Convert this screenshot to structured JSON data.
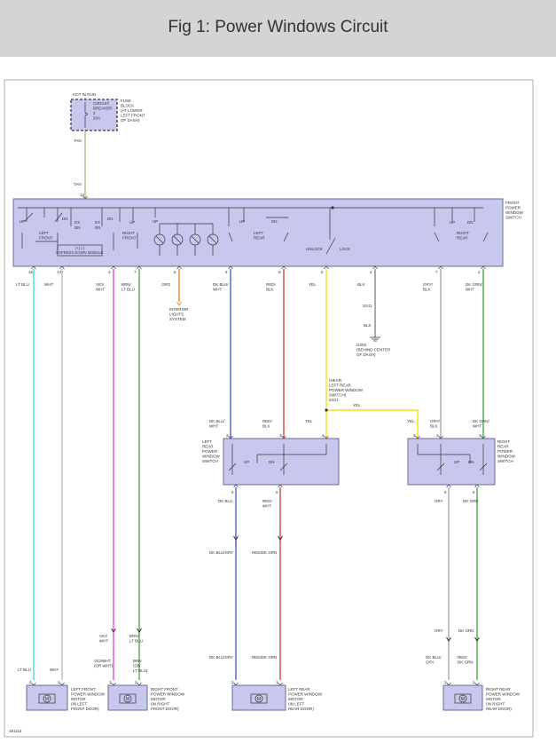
{
  "title": "Fig 1: Power Windows Circuit",
  "diagram_id": "181113",
  "colors": {
    "module_fill": "#c8c8ee",
    "module_stroke": "#6a6a9a",
    "wire_tan": "#b7b37a",
    "wire_lt_blu": "#48d8d8",
    "wire_wht": "#b8b8b8",
    "wire_vio_wht": "#e050e0",
    "wire_brn_lt_blu": "#55a855",
    "wire_org": "#f08a20",
    "wire_dk_blu_wht": "#4a5ed0",
    "wire_red_blk": "#d84848",
    "wire_yel": "#f0e020",
    "wire_blk": "#555555",
    "wire_gry_blk": "#a8a8a8",
    "wire_dk_grn_wht": "#48a848",
    "wire_dk_blu": "#4a5ed0",
    "wire_red_wht": "#d84848",
    "wire_gry": "#a8a8a8",
    "wire_dk_grn": "#48a848"
  },
  "fuse": {
    "hot_label": "HOT IN RUN",
    "breaker_label": [
      "CIRCUIT",
      "BREAKER",
      "2",
      "20A"
    ],
    "location": [
      "FUSE",
      "BLOCK",
      "(AT LOWER",
      "LEFT FRONT",
      "OF DASH)"
    ],
    "wire_top": "TAN",
    "wire_bottom": "TAN"
  },
  "front_switch": {
    "label": [
      "FRONT",
      "POWER",
      "WINDOW",
      "SWITCH"
    ],
    "pin_top": "12",
    "left_front": [
      "LEFT",
      "FRONT"
    ],
    "right_front": [
      "RIGHT",
      "FRONT"
    ],
    "left_rear": [
      "LEFT",
      "REAR"
    ],
    "right_rear": [
      "RIGHT",
      "REAR"
    ],
    "up": "UP",
    "dn": "DN",
    "ex": "EX",
    "unlock": "UNLOCK",
    "lock": "LOCK",
    "module_label": [
      "(+) (-)",
      "EXPRESS DOWN MODULE"
    ],
    "pins": [
      "16",
      "13",
      "3",
      "7",
      "6",
      "8",
      "9",
      "5",
      "4",
      "7",
      "2"
    ],
    "wires": [
      "LT BLU",
      "WHT",
      "VIO/\nWHT",
      "BRN/\nLT BLU",
      "ORG",
      "DK BLU/\nWHT",
      "RED/\nBLK",
      "YEL",
      "BLK",
      "GRY/\nBLK",
      "DK GRN/\nWHT"
    ]
  },
  "interior_lights": [
    "INTERIOR",
    "LIGHTS",
    "SYSTEM"
  ],
  "ground": {
    "splice": "S241",
    "wire": "BLK",
    "label": [
      "G203",
      "(BEHIND CENTER",
      "OF DASH)"
    ]
  },
  "yel_splice": {
    "label": [
      "(NEAR",
      "LEFT REAR",
      "POWER WINDOW",
      "SWITCH)",
      "S321"
    ],
    "wire": "YEL"
  },
  "left_rear_switch": {
    "label": [
      "LEFT",
      "REAR",
      "POWER",
      "WINDOW",
      "SWITCH"
    ],
    "in_wires": [
      "DK BLU/\nWHT",
      "RED/\nBLK",
      "YEL"
    ],
    "in_pins": [
      "2",
      "3",
      "4"
    ],
    "up": "UP",
    "dn": "DN",
    "out_pins": [
      "5",
      "6"
    ],
    "out_wires": [
      "DK BLU",
      "RED/\nWHT"
    ]
  },
  "right_rear_switch": {
    "label": [
      "RIGHT",
      "REAR",
      "POWER",
      "WINDOW",
      "SWITCH"
    ],
    "in_wires": [
      "YEL",
      "GRY/\nBLK",
      "DK GRN/\nWHT"
    ],
    "in_pins": [
      "4",
      "2",
      "3"
    ],
    "up": "UP",
    "dn": "DN",
    "out_pins": [
      "5",
      "6"
    ],
    "out_wires": [
      "GRY",
      "DK GRN"
    ]
  },
  "connector_wires": {
    "left_mid": [
      "DK BLU/GRY",
      "RED/DK GRN"
    ],
    "left_low": [
      "DK BLU/GRY",
      "RED/DK GRN"
    ],
    "right_low_top": [
      "GRY",
      "DK GRN"
    ],
    "right_low": [
      "DK BLU/\nGRY",
      "RED/\nDK GRN"
    ],
    "rf_mid": [
      "VIO/\nWHT",
      "BRN/\nLT BLU"
    ],
    "rf_low": [
      "VIO/WHT\n(OR WHT)",
      "BRN\n(OR\nLT BLU)"
    ],
    "lf_low": [
      "LT BLU",
      "WHT"
    ]
  },
  "motors": [
    {
      "label": [
        "LEFT FRONT",
        "POWER WINDOW",
        "MOTOR",
        "(IN LEFT",
        "FRONT DOOR)"
      ],
      "pins": [
        "2",
        "1"
      ]
    },
    {
      "label": [
        "RIGHT FRONT",
        "POWER WINDOW",
        "MOTOR",
        "(IN RIGHT",
        "FRONT DOOR)"
      ],
      "pins": [
        "1",
        "2"
      ]
    },
    {
      "label": [
        "LEFT REAR",
        "POWER WINDOW",
        "MOTOR",
        "(IN LEFT",
        "REAR DOOR)"
      ],
      "pins": [
        "2",
        "1"
      ]
    },
    {
      "label": [
        "RIGHT REAR",
        "POWER WINDOW",
        "MOTOR",
        "(IN RIGHT",
        "REAR DOOR)"
      ],
      "pins": [
        "2",
        "1"
      ]
    }
  ],
  "motor_symbol": "M"
}
